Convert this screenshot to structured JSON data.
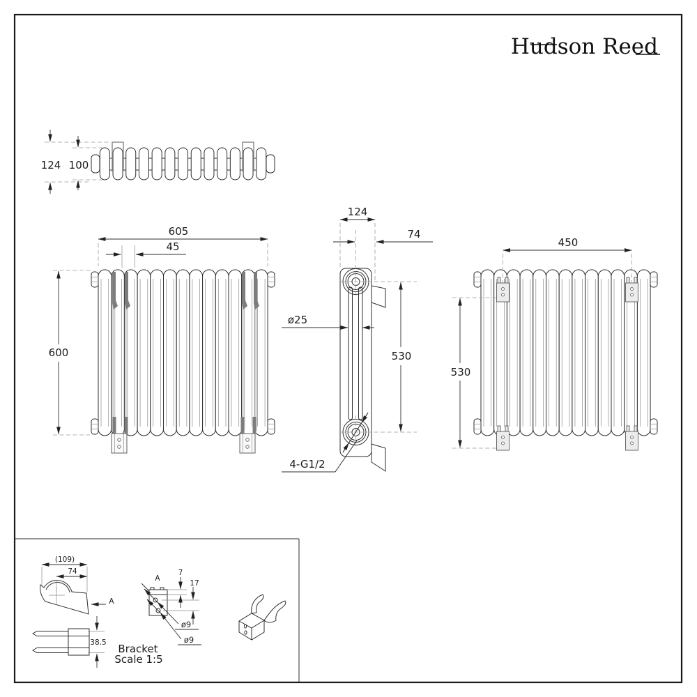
{
  "brand": {
    "logo_text": "Hudson Reed"
  },
  "top_view": {
    "dim_overall_depth": "124",
    "dim_body_depth": "100"
  },
  "front_view": {
    "dim_width": "605",
    "dim_column_pitch": "45",
    "dim_height": "600"
  },
  "side_view": {
    "dim_depth": "124",
    "dim_wall_projection": "74",
    "dim_column_diameter": "ø25",
    "dim_pipe_centres": "530",
    "dim_connections": "4-G1/2"
  },
  "rear_view": {
    "dim_bracket_centres_horizontal": "450",
    "dim_bracket_centres_vertical": "530"
  },
  "bracket_detail": {
    "dim_overall_length": "(109)",
    "dim_projection": "74",
    "dim_clip_width": "38.5",
    "dim_hole_edge": "7",
    "dim_hole_pitch": "17",
    "dim_hole_dia_1": "ø9",
    "dim_hole_dia_2": "ø9",
    "label_section_arrow": "A",
    "label_section_view": "A",
    "caption_title": "Bracket",
    "caption_scale": "Scale 1:5"
  }
}
